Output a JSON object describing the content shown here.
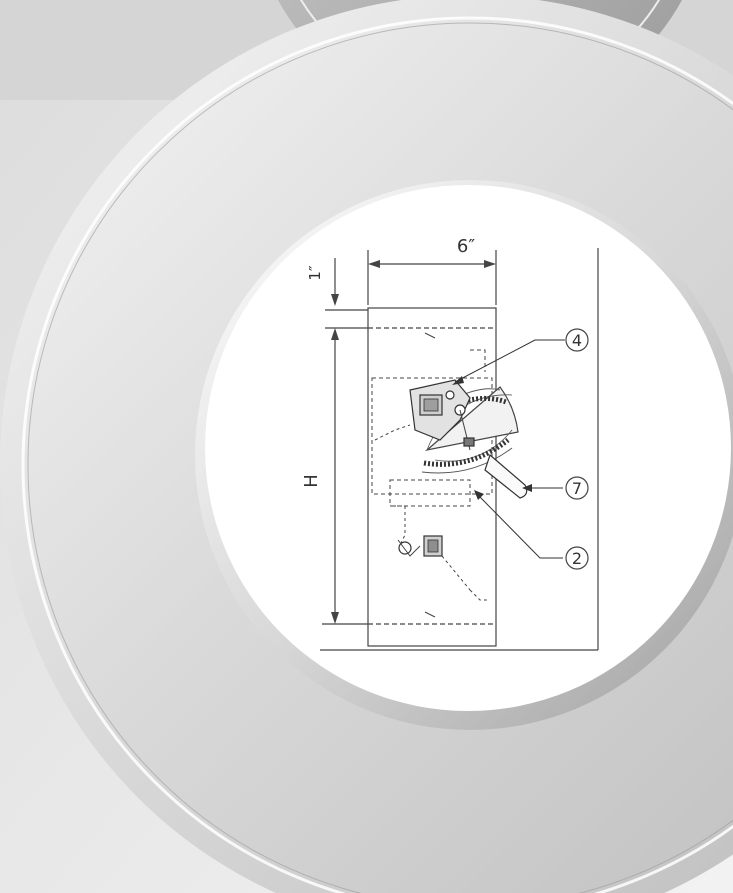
{
  "diagram": {
    "dimensions": {
      "width_label": "6″",
      "top_offset_label": "1″",
      "height_label": "H"
    },
    "callouts": [
      {
        "id": "4",
        "label": "4"
      },
      {
        "id": "7",
        "label": "7"
      },
      {
        "id": "2",
        "label": "2"
      }
    ]
  }
}
